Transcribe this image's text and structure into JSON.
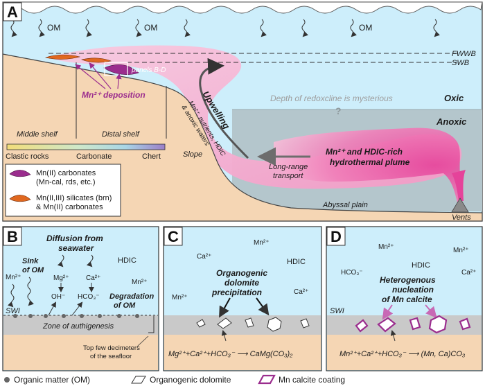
{
  "panel_a": {
    "letter": "A",
    "om_labels": [
      "OM",
      "OM",
      "OM"
    ],
    "fwwb": "FWWB",
    "swb": "SWB",
    "panels_ref": "panels B-D",
    "mn_deposition": "Mn²⁺ deposition",
    "redoxcline_note": "Depth of redoxcline is mysterious",
    "question_mark": "?",
    "oxic": "Oxic",
    "anoxic": "Anoxic",
    "upwelling": "Upwelling",
    "upwelling_sub1": "Mn²⁺, nutrients, HDIC",
    "upwelling_sub2": "& anoxic waters",
    "middle_shelf": "Middle shelf",
    "distal_shelf": "Distal shelf",
    "slope": "Slope",
    "plume_line1": "Mn²⁺ and HDIC-rich",
    "plume_line2": "hydrothermal plume",
    "transport_line1": "Long-range",
    "transport_line2": "transport",
    "abyssal_plain": "Abyssal plain",
    "vents": "Vents",
    "facies": [
      "Clastic rocks",
      "Carbonate",
      "Chert"
    ],
    "legend": [
      {
        "line1": "Mn(II) carbonates",
        "line2": "(Mn-cal, rds, etc.)",
        "color": "#9b2d8e"
      },
      {
        "line1": "Mn(II,III) silicates (brn)",
        "line2": "& Mn(II) carbonates",
        "color": "#e0681f"
      }
    ]
  },
  "panel_b": {
    "letter": "B",
    "diffusion_line1": "Diffusion from",
    "diffusion_line2": "seawater",
    "sink_line1": "Sink",
    "sink_line2": "of OM",
    "hdic": "HDIC",
    "mn_left": "Mn²⁺",
    "mn_right": "Mn²⁺",
    "mg": "Mg²⁺",
    "ca": "Ca²⁺",
    "oh": "OH⁻",
    "hco3": "HCO₃⁻",
    "degradation_line1": "Degradation",
    "degradation_line2": "of OM",
    "swi": "SWI",
    "zone": "Zone of authigenesis",
    "top_line1": "Top few decimeters",
    "top_line2": "of the seafloor"
  },
  "panel_c": {
    "letter": "C",
    "mn": "Mn²⁺",
    "ca_left": "Ca²⁺",
    "hdic": "HDIC",
    "mn_left": "Mn²⁺",
    "ca_right": "Ca²⁺",
    "title_line1": "Organogenic",
    "title_line2": "dolomite",
    "title_line3": "precipitation",
    "equation": "Mg²⁺+Ca²⁺+HCO₃⁻ ⟶ CaMg(CO₃)₂"
  },
  "panel_d": {
    "letter": "D",
    "mn_top": "Mn²⁺",
    "mn_right": "Mn²⁺",
    "hco3": "HCO₃⁻",
    "hdic": "HDIC",
    "ca": "Ca²⁺",
    "title_line1": "Heterogenous",
    "title_line2": "nucleation",
    "title_line3": "of Mn calcite",
    "swi": "SWI",
    "equation": "Mn²⁺+Ca²⁺+HCO₃⁻ ⟶ (Mn, Ca)CO₃"
  },
  "bottom_legend": {
    "om": "Organic matter (OM)",
    "dolomite": "Organogenic dolomite",
    "coating": "Mn calcite coating"
  },
  "colors": {
    "seawater": "#cdeefb",
    "anoxic": "#b4c6cc",
    "sediment": "#f5d6b4",
    "plume": "#ee5aa5",
    "mn_carbonate": "#9b2d8e",
    "mn_silicate": "#e0681f",
    "zone_gray": "#c9c9c9"
  }
}
